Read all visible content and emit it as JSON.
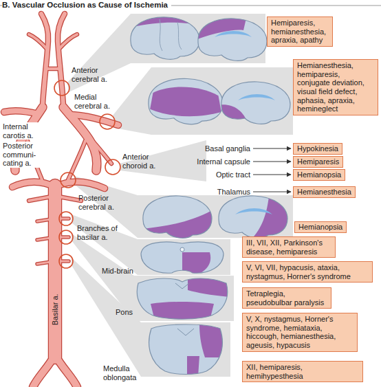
{
  "diagram": {
    "title": "B. Vascular Occlusion as Cause of Ischemia",
    "nodes": [
      {
        "text": [
          "Hemiparesis, hemianesthesia, apraxia, apathy"
        ]
      },
      {
        "text": [
          "Hemianesthesia, hemiparesis, conjugate deviation, visual field defect, aphasia, apraxia, hemineglect"
        ]
      },
      {
        "text": [
          "Hypokinesia"
        ]
      },
      {
        "text": [
          "Hemiparesis"
        ]
      },
      {
        "text": [
          "Hemianopsia"
        ]
      },
      {
        "text": [
          "Hemianesthesia"
        ]
      },
      {
        "text": [
          "Hemianopsia"
        ]
      },
      {
        "text": [
          "III, VII, XII, Parkinson's disease, hemiparesis"
        ]
      },
      {
        "text": [
          "V, VI, VII, hypacusis, ataxia, nystagmus, Horner's syndrome"
        ]
      },
      {
        "text": [
          "Tetraplegia, pseudobulbar paralysis"
        ]
      },
      {
        "text": [
          "V, X, nystagmus, Horner's syndrome, hemiataxia, hiccough, hemianesthesia, ageusis, hypacusis"
        ]
      },
      {
        "text": [
          "XII, hemiparesis, hemihypesthesia"
        ]
      }
    ],
    "labels": [
      "Anterior cerebral a.",
      "Internal carotis a.",
      "Posterior communi-cating a.",
      "Medial cerebral a.",
      "Anterior choroid a.",
      "Basal ganglia",
      "Internal capsule",
      "Optic tract",
      "Posterior cerebral a.",
      "Thalamus",
      "Branches of basilar a.",
      "Basilar a.",
      "Mid-brain",
      "Pons",
      "Medulla oblongata"
    ]
  }
}
